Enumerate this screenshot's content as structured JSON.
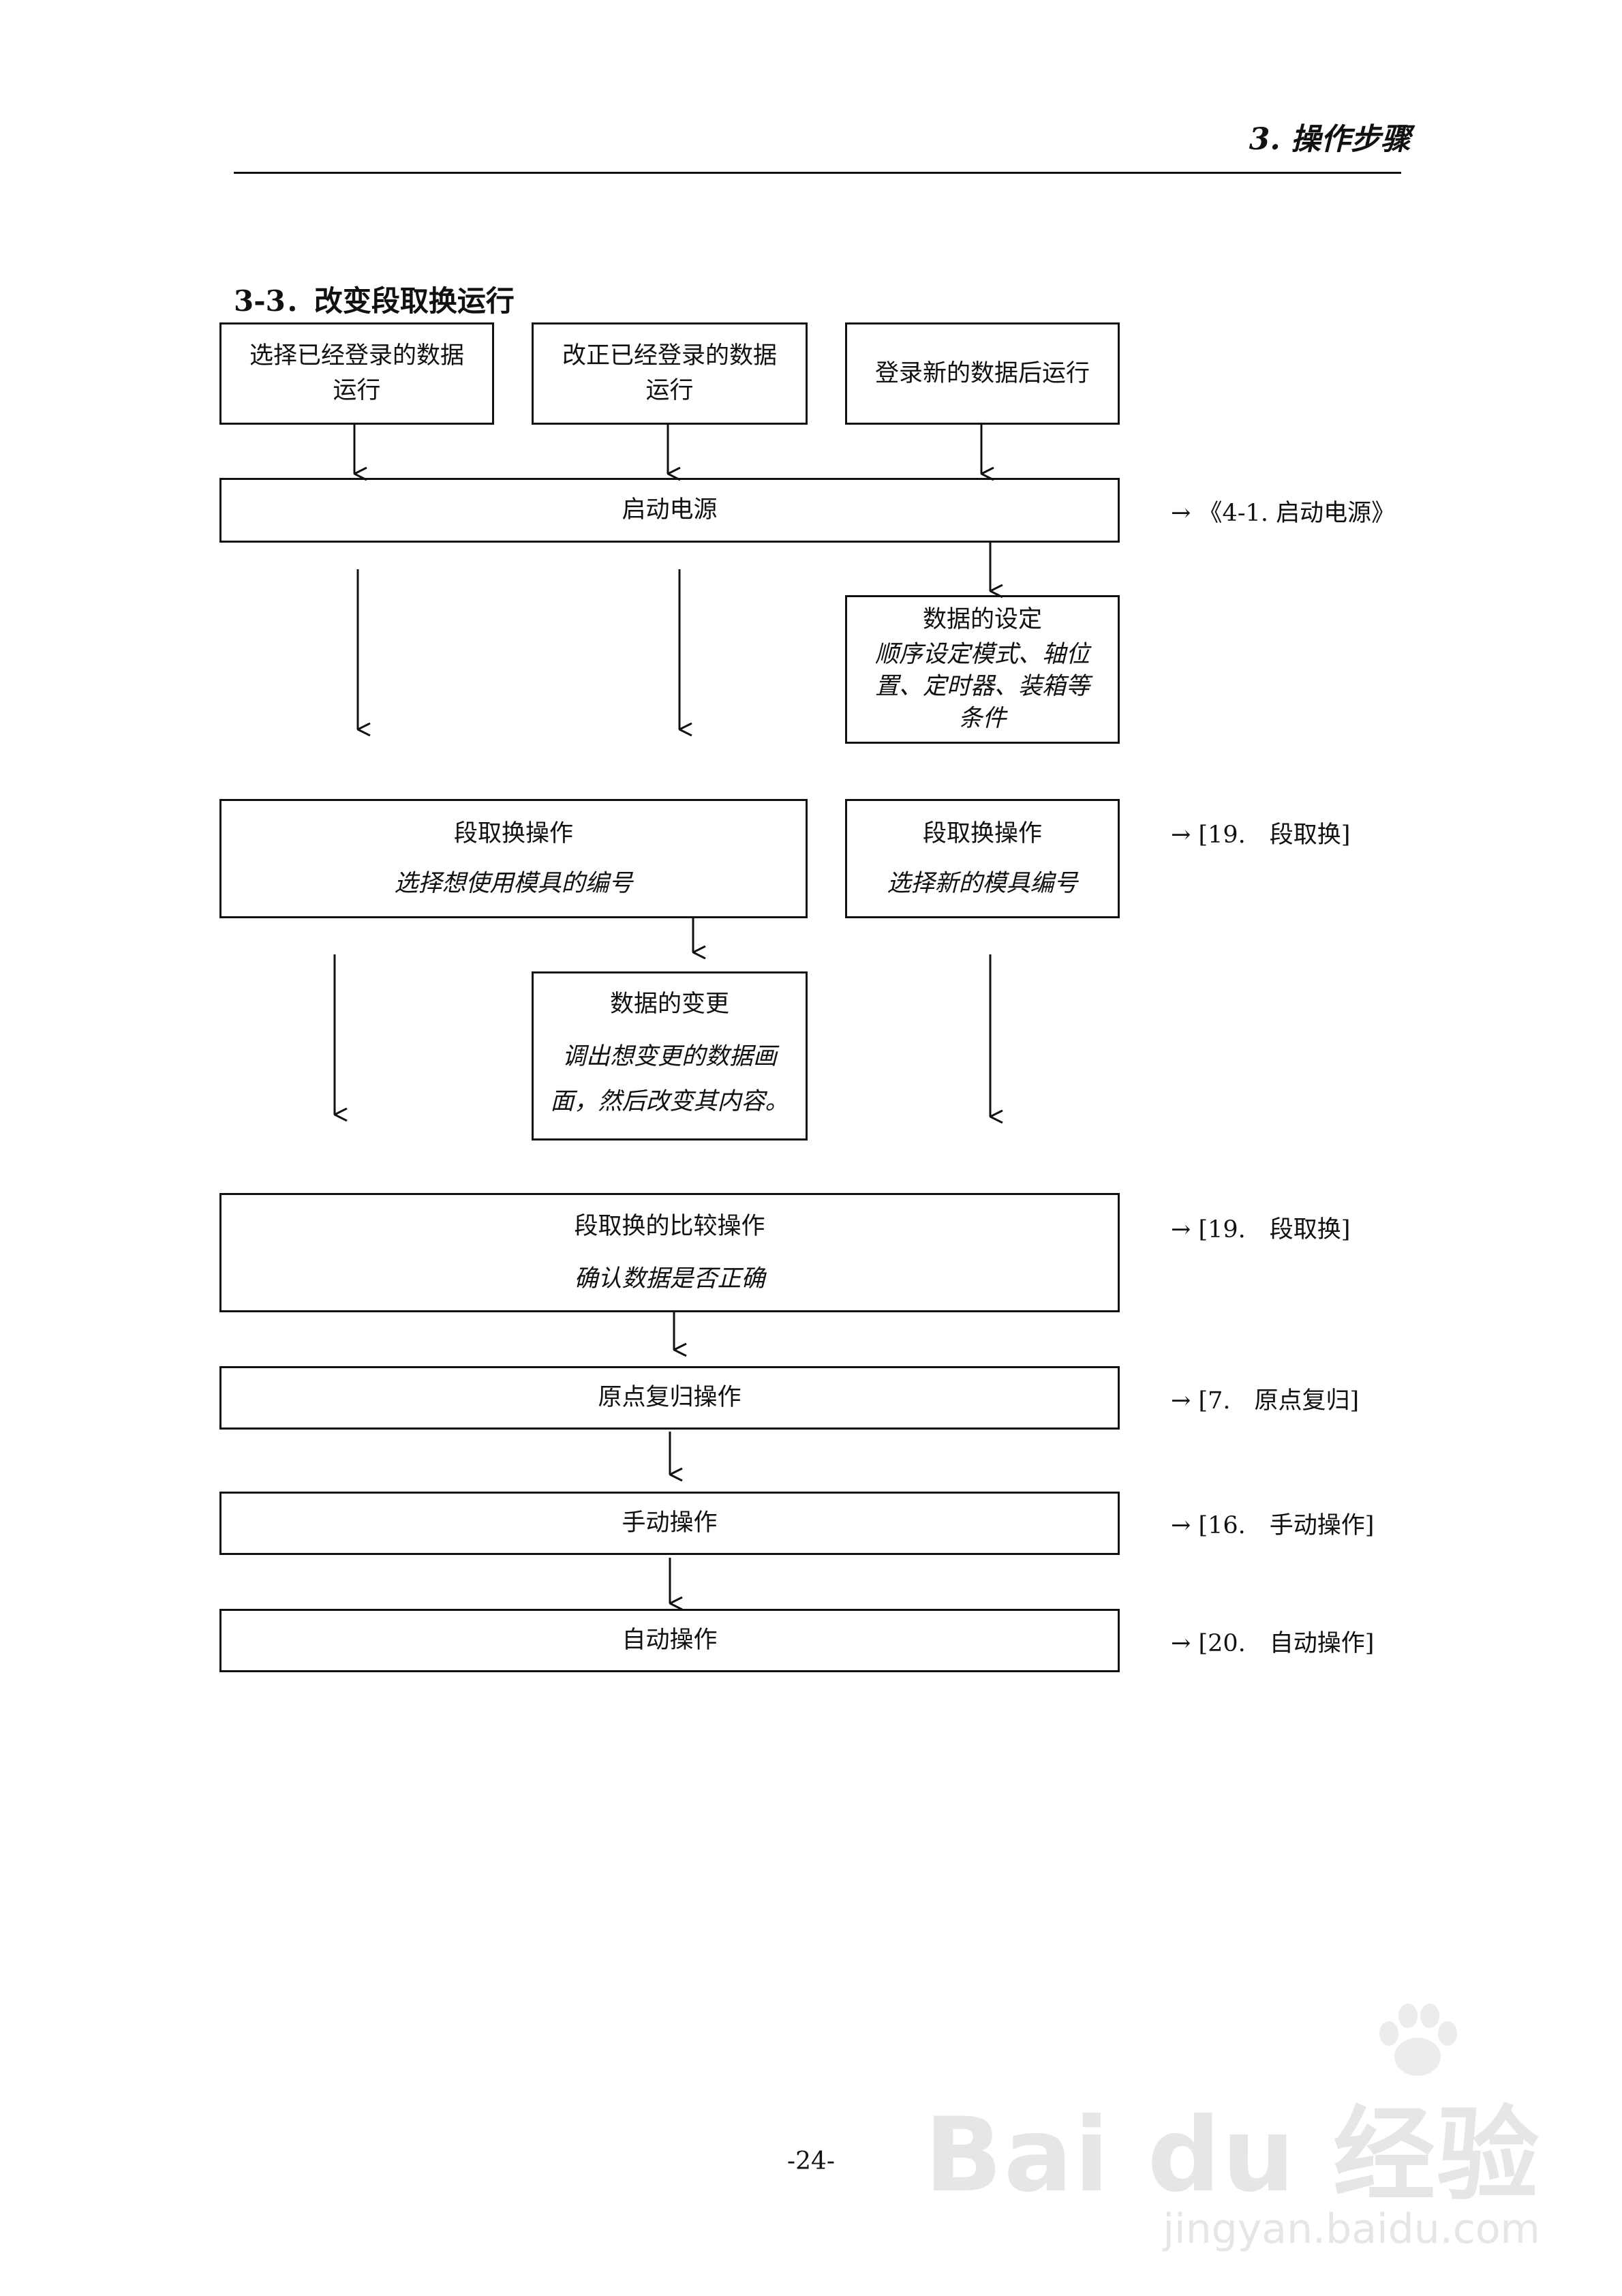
{
  "header": {
    "chapter": "3. 操作步骤"
  },
  "section_title": "3-3．改变段取换运行",
  "boxes": {
    "select_existing": {
      "line1": "选择已经登录的数据",
      "line2": "运行"
    },
    "modify_existing": {
      "line1": "改正已经登录的数据",
      "line2": "运行"
    },
    "register_new": {
      "line1": "登录新的数据后运行"
    },
    "power_on": {
      "label": "启动电源"
    },
    "data_setting": {
      "title": "数据的设定",
      "line1": "顺序设定模式、轴位",
      "line2": "置、定时器、装箱等",
      "line3": "条件"
    },
    "setup_op_left": {
      "title": "段取换操作",
      "desc": "选择想使用模具的编号"
    },
    "setup_op_right": {
      "title": "段取换操作",
      "desc": "选择新的模具编号"
    },
    "data_change": {
      "title": "数据的变更",
      "line1": "调出想变更的数据画",
      "line2": "面，然后改变其内容。"
    },
    "compare_op": {
      "title": "段取换的比较操作",
      "desc": "确认数据是否正确"
    },
    "home_return": {
      "label": "原点复归操作"
    },
    "manual_op": {
      "label": "手动操作"
    },
    "auto_op": {
      "label": "自动操作"
    }
  },
  "refs": {
    "power_on": "→ 《4-1. 启动电源》",
    "setup_op": "→ [19.　段取换]",
    "compare_op": "→ [19.　段取换]",
    "home_return": "→ [7.　原点复归]",
    "manual_op": "→ [16.　手动操作]",
    "auto_op": "→ [20.　自动操作]"
  },
  "page_number": "-24-",
  "watermark": {
    "brand": "Bai du 经验",
    "url": "jingyan.baidu.com"
  }
}
